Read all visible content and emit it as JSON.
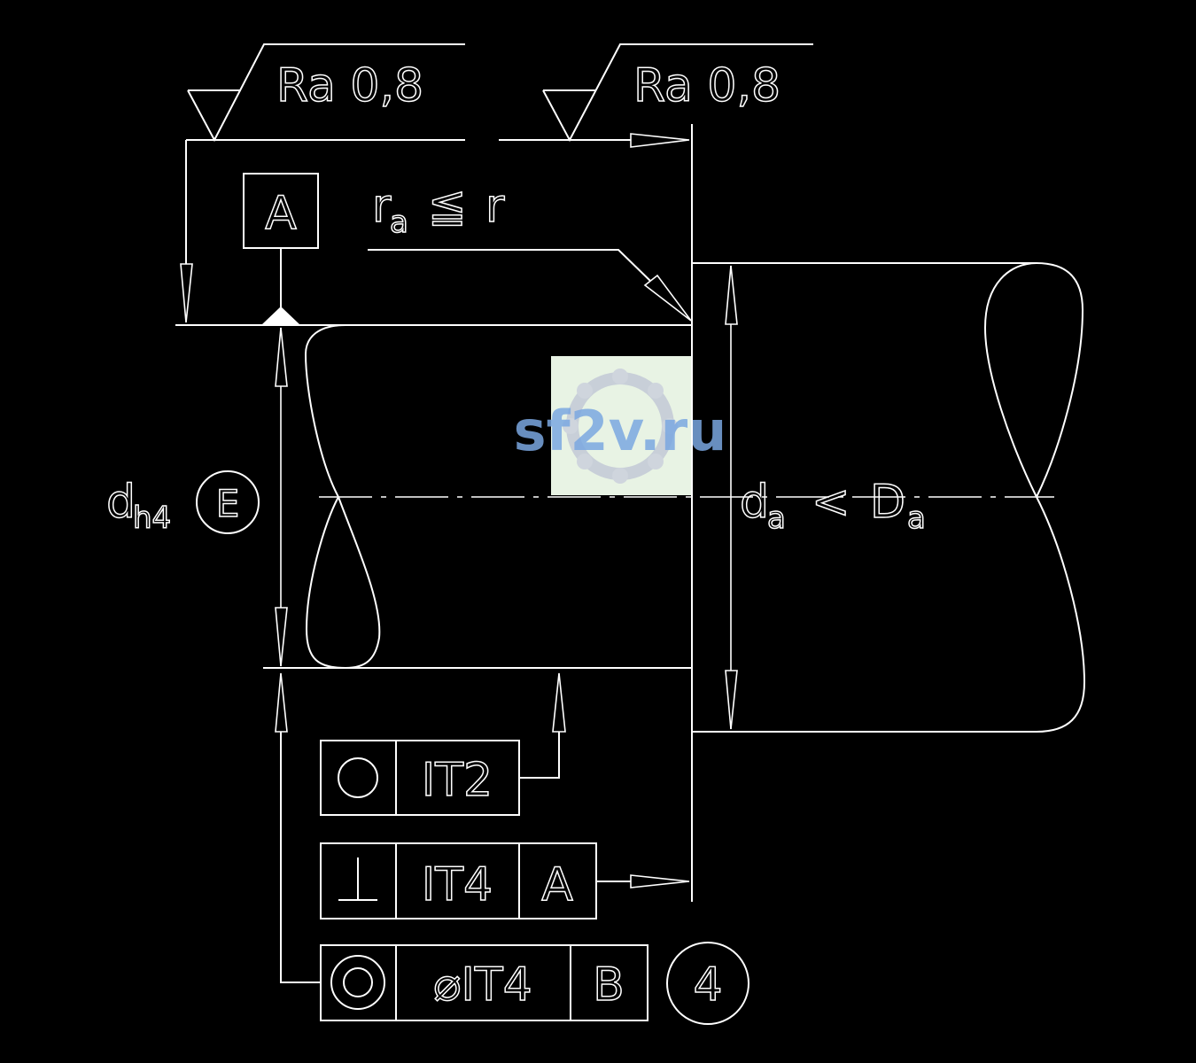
{
  "surface_roughness": [
    {
      "value": "Ra 0,8"
    },
    {
      "value": "Ra 0,8"
    }
  ],
  "datum_a": {
    "label": "A"
  },
  "radius_condition": {
    "r": "r",
    "sub": "a",
    "relation": "≦",
    "limit": "r"
  },
  "shaft_diameter": {
    "d": "d",
    "sub": "h4",
    "envelope": "E"
  },
  "housing_diameter": {
    "d": "d",
    "sub": "a",
    "relation": "<",
    "D": "D",
    "Dsub": "a"
  },
  "frames": {
    "roundness": {
      "symbol": "○",
      "tolerance": "IT2"
    },
    "perpendicularity": {
      "symbol": "⊥",
      "tolerance": "IT4",
      "datum": "A"
    },
    "concentricity": {
      "symbol": "◎",
      "tolerance": "⌀IT4",
      "datum": "B",
      "note": "4"
    }
  },
  "watermark": {
    "text": "sf2v.ru",
    "color": "#7aa7e0"
  }
}
